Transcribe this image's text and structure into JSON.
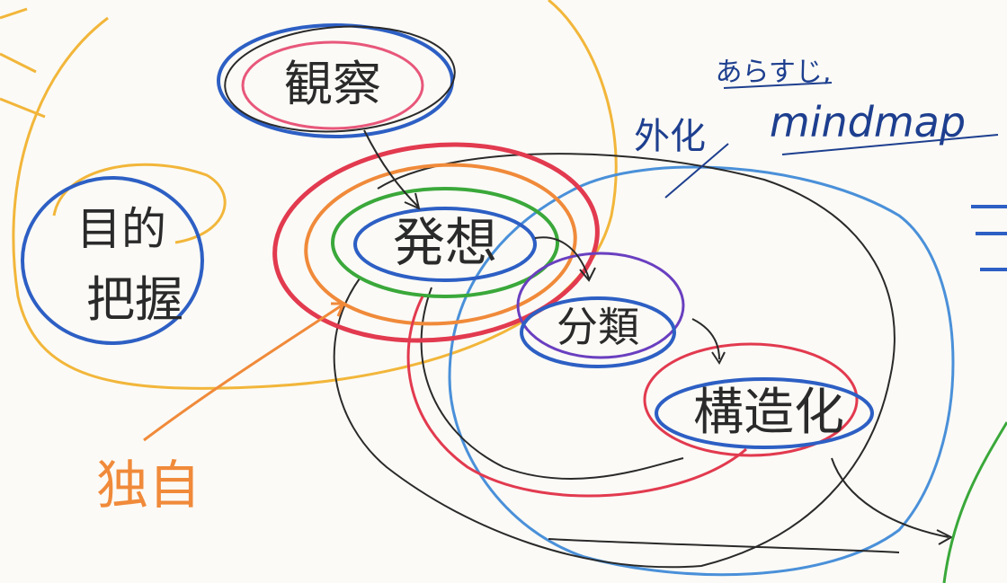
{
  "nodes": {
    "observation": "観察",
    "purpose_line1": "目的",
    "purpose_line2": "把握",
    "ideation": "発想",
    "classification": "分類",
    "structuring": "構造化",
    "originality": "独自"
  },
  "notes": {
    "externalize": "外化",
    "synopsis": "あらすじ,",
    "mindmap": "mindmap"
  },
  "colors": {
    "paper": "#fbfaf6",
    "pencil_black": "#2a2a2a",
    "red": "#e23a4f",
    "orange": "#f08a3a",
    "green": "#3aa83a",
    "blue": "#2d5fc4",
    "light_blue": "#4a90d9",
    "purple": "#6a3fc0",
    "yellow": "#f2b63a",
    "pink": "#e8577a",
    "ink": "#1e3f8f"
  }
}
